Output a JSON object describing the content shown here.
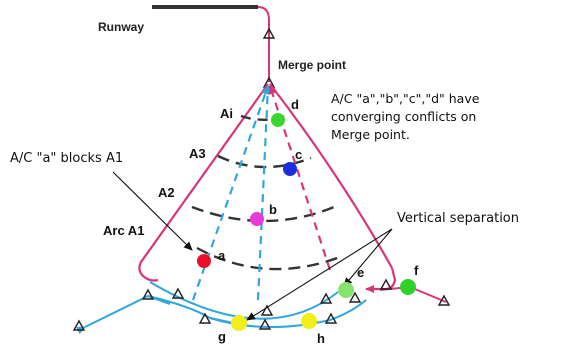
{
  "labels": {
    "runway": "Runway",
    "merge_point": "Merge point",
    "ai": "Ai",
    "a3": "A3",
    "a2": "A2",
    "arc_a1": "Arc A1",
    "blocks_note": "A/C \"a\" blocks A1",
    "converging_note": [
      "A/C \"a\",\"b\",\"c\",\"d\" have",
      "converging conflicts on",
      "Merge point."
    ],
    "vertical_separation": "Vertical separation"
  },
  "aircraft": [
    {
      "id": "a",
      "color": "#e8102a"
    },
    {
      "id": "b",
      "color": "#e83ad6"
    },
    {
      "id": "c",
      "color": "#1a2ee0"
    },
    {
      "id": "d",
      "color": "#39d62e"
    },
    {
      "id": "e",
      "color": "#86e36c"
    },
    {
      "id": "f",
      "color": "#2fd12a"
    },
    {
      "id": "g",
      "color": "#f2ee1a"
    },
    {
      "id": "h",
      "color": "#f2ee1a"
    }
  ],
  "colors": {
    "boundary": "#d9357a",
    "route": "#2fa6dd",
    "arc": "#333333",
    "runway": "#333333"
  }
}
